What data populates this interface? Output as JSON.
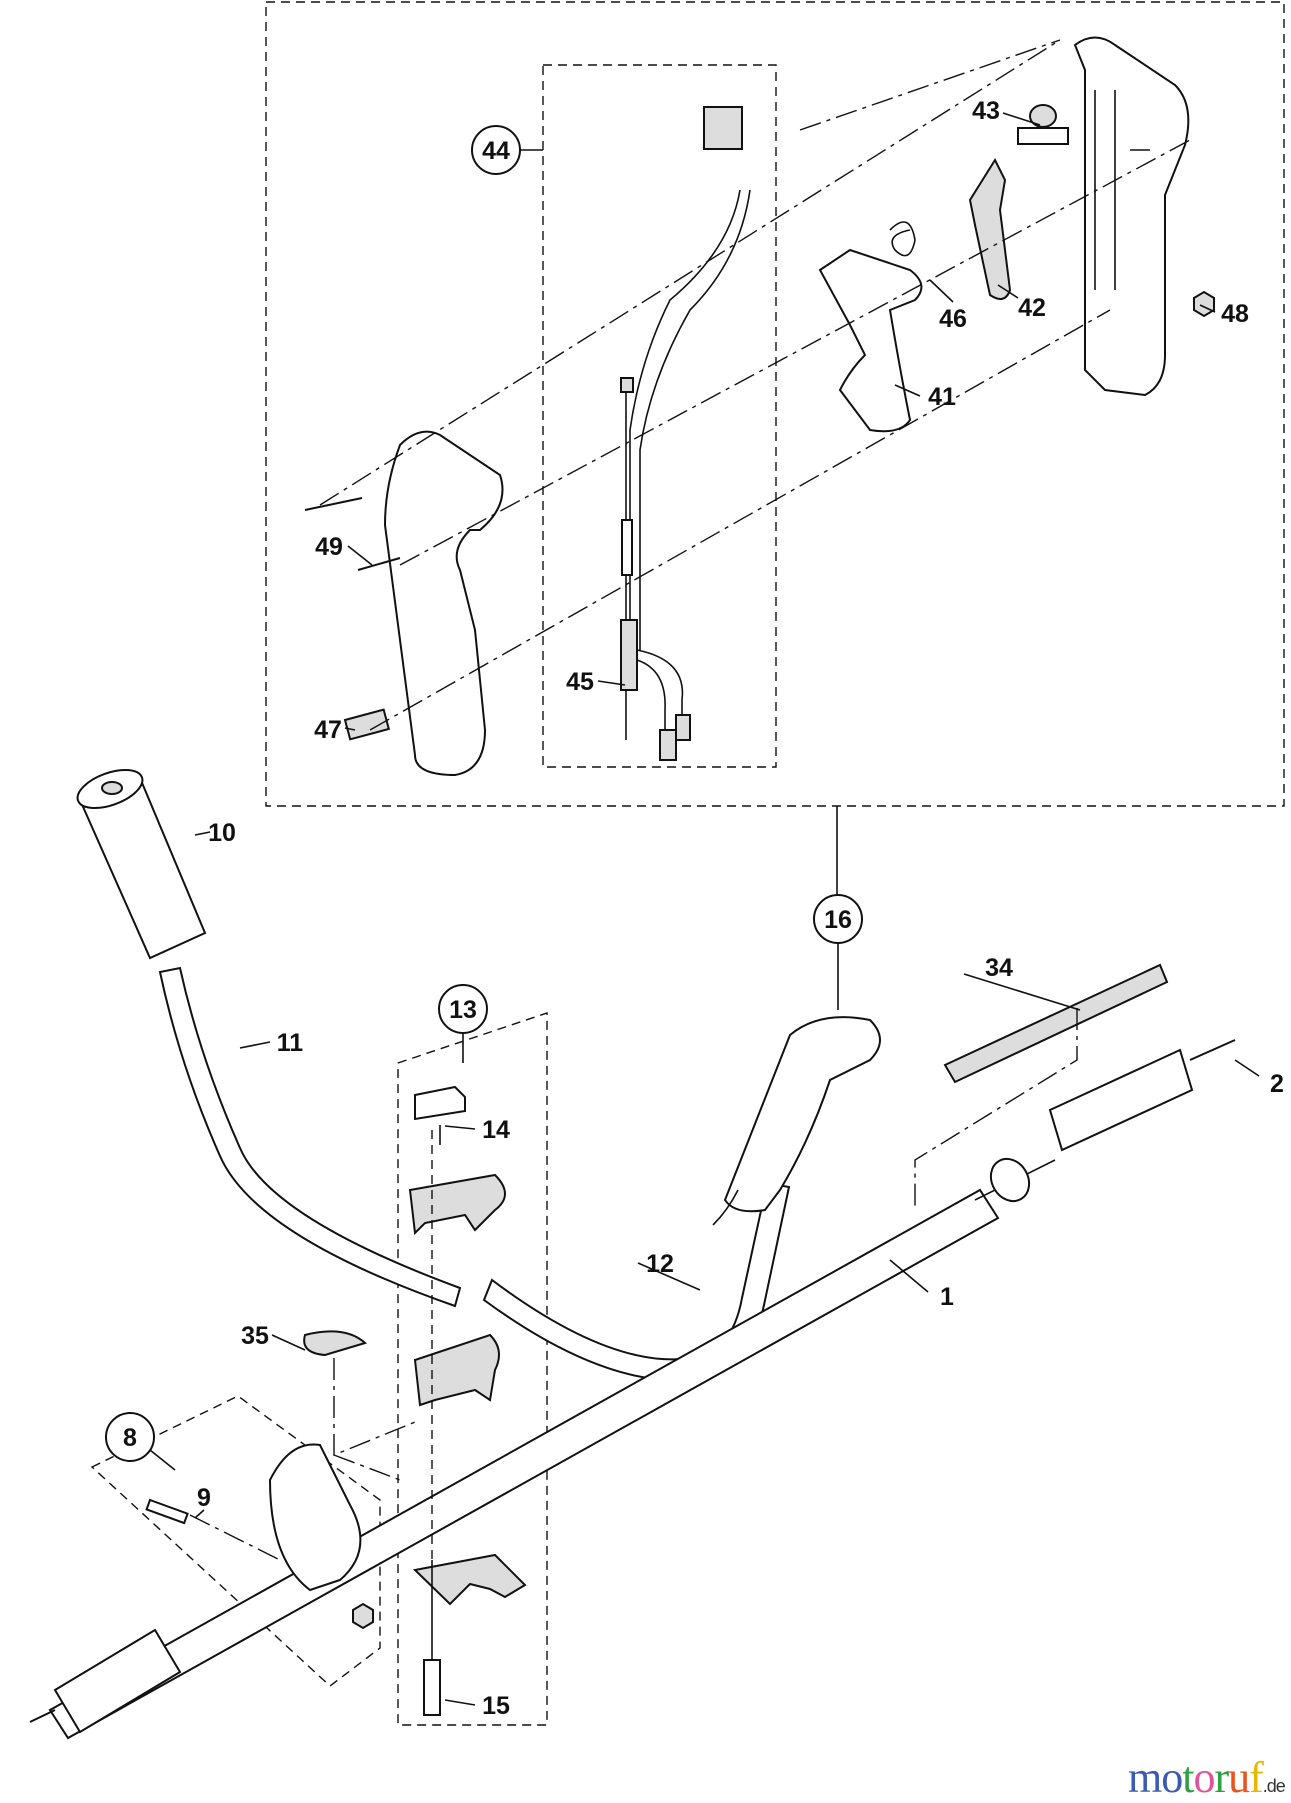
{
  "diagram": {
    "callouts": {
      "c1": "1",
      "c2": "2",
      "c8": "8",
      "c9": "9",
      "c10": "10",
      "c11": "11",
      "c12": "12",
      "c13": "13",
      "c14": "14",
      "c15": "15",
      "c16": "16",
      "c34": "34",
      "c35": "35",
      "c41": "41",
      "c42": "42",
      "c43": "43",
      "c44": "44",
      "c45": "45",
      "c46": "46",
      "c47": "47",
      "c48": "48",
      "c49": "49"
    }
  },
  "watermark": {
    "letters": [
      "m",
      "o",
      "t",
      "o",
      "r",
      "u",
      "f"
    ],
    "colors": [
      "#3b5bb5",
      "#3b5bb5",
      "#2ea043",
      "#e0559a",
      "#2ea043",
      "#e8531f",
      "#e6b800"
    ],
    "suffix": ".de"
  }
}
